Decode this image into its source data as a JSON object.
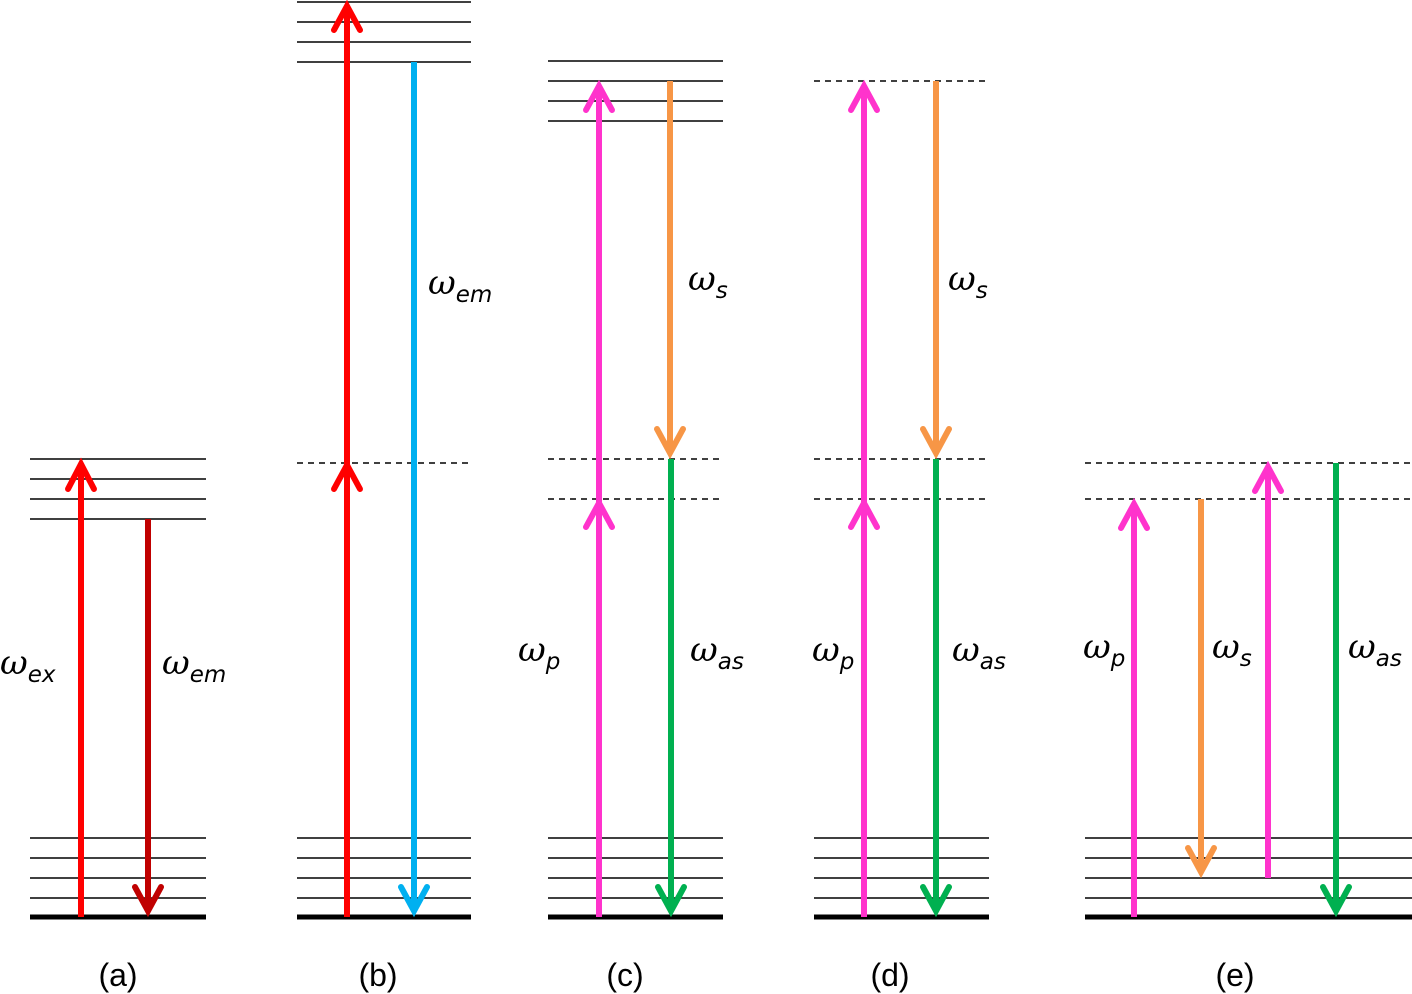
{
  "panels": [
    {
      "id": "a",
      "label": "(a)"
    },
    {
      "id": "b",
      "label": "(b)"
    },
    {
      "id": "c",
      "label": "(c)"
    },
    {
      "id": "d",
      "label": "(d)"
    },
    {
      "id": "e",
      "label": "(e)"
    }
  ],
  "symbols": {
    "omega": "ω",
    "ex": "ex",
    "em": "em",
    "p": "p",
    "s": "s",
    "as": "as"
  },
  "colors": {
    "red": "#ff0000",
    "dark_red": "#c00000",
    "blue": "#00b0f0",
    "magenta": "#ff33cc",
    "orange": "#f79646",
    "green": "#00b050",
    "black": "#000000"
  }
}
